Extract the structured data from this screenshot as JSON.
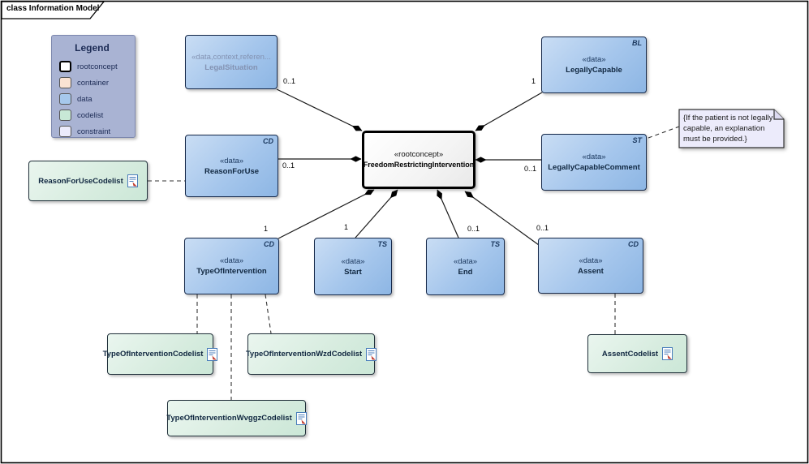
{
  "frame": {
    "title": "class Information Model"
  },
  "legend": {
    "title": "Legend",
    "items": [
      {
        "label": "rootconcept",
        "color": "#ffffff"
      },
      {
        "label": "container",
        "color": "#fae3d3"
      },
      {
        "label": "data",
        "color": "#a6c8ec"
      },
      {
        "label": "codelist",
        "color": "#c8e8d6"
      },
      {
        "label": "constraint",
        "color": "#ecebfb"
      }
    ]
  },
  "nodes": {
    "legal_situation": {
      "stereotype": "«data,context,referen...",
      "name": "LegalSituation",
      "type": ""
    },
    "legally_capable": {
      "stereotype": "«data»",
      "name": "LegallyCapable",
      "type": "BL"
    },
    "central": {
      "stereotype": "«rootconcept»",
      "name": "FreedomRestrictingIntervention"
    },
    "reason_for_use": {
      "stereotype": "«data»",
      "name": "ReasonForUse",
      "type": "CD"
    },
    "legally_capable_comment": {
      "stereotype": "«data»",
      "name": "LegallyCapableComment",
      "type": "ST"
    },
    "type_of_intervention": {
      "stereotype": "«data»",
      "name": "TypeOfIntervention",
      "type": "CD"
    },
    "start": {
      "stereotype": "«data»",
      "name": "Start",
      "type": "TS"
    },
    "end": {
      "stereotype": "«data»",
      "name": "End",
      "type": "TS"
    },
    "assent": {
      "stereotype": "«data»",
      "name": "Assent",
      "type": "CD"
    }
  },
  "codelists": {
    "reason_for_use": {
      "name": "ReasonForUseCodelist"
    },
    "type_of_intervention": {
      "name": "TypeOfInterventionCodelist"
    },
    "type_of_intervention_wzd": {
      "name": "TypeOfInterventionWzdCodelist"
    },
    "type_of_intervention_wvggz": {
      "name": "TypeOfInterventionWvggzCodelist"
    },
    "assent": {
      "name": "AssentCodelist"
    }
  },
  "note": {
    "text": "{If the patient is not legally capable, an explanation must be provided.}"
  },
  "multiplicities": {
    "legal_situation": "0..1",
    "legally_capable": "1",
    "reason_for_use": "0..1",
    "legally_capable_comment": "0..1",
    "type_of_intervention": "1",
    "start": "1",
    "end": "0..1",
    "assent": "0..1"
  },
  "colors": {
    "data_fill": "#a5c6ec",
    "codelist_fill": "#d7ecdf",
    "legend_bg": "#a9b3d3",
    "constraint_fill": "#ecebfb",
    "line": "#1a1a1a"
  }
}
